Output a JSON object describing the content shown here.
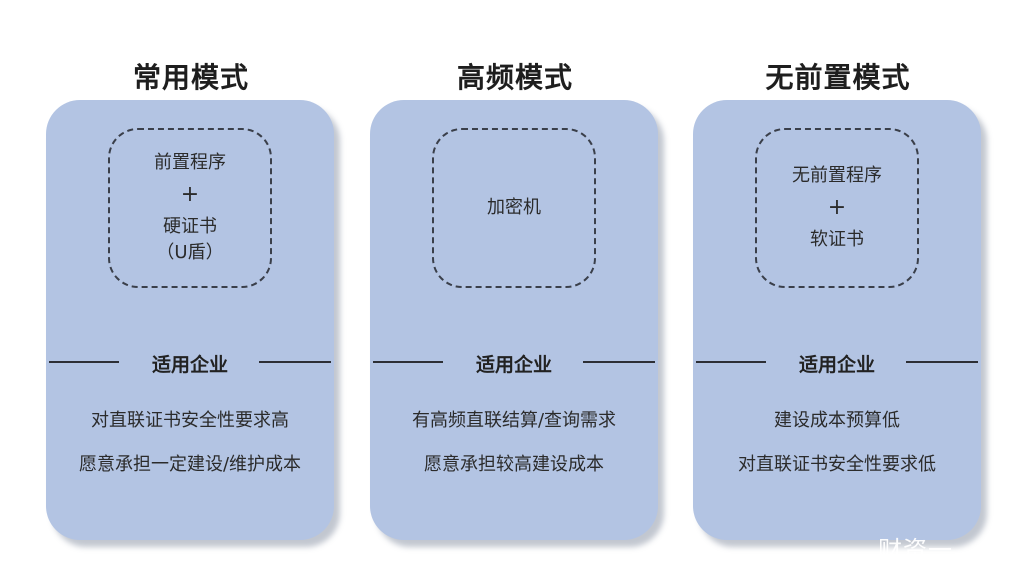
{
  "columns": [
    {
      "title": "常用模式",
      "box_lines": [
        "前置程序",
        "+",
        "硬证书",
        "（U盾）"
      ],
      "divider_label": "适用企业",
      "desc": [
        "对直联证书安全性要求高",
        "愿意承担一定建设/维护成本"
      ]
    },
    {
      "title": "高频模式",
      "box_lines": [
        "加密机"
      ],
      "divider_label": "适用企业",
      "desc": [
        "有高频直联结算/查询需求",
        "愿意承担较高建设成本"
      ]
    },
    {
      "title": "无前置模式",
      "box_lines": [
        "无前置程序",
        "+",
        "软证书"
      ],
      "divider_label": "适用企业",
      "desc": [
        "建设成本预算低",
        "对直联证书安全性要求低"
      ]
    }
  ],
  "watermark": "财资一",
  "colors": {
    "card_fill": "#b3c4e3",
    "line": "#2d2f35"
  }
}
